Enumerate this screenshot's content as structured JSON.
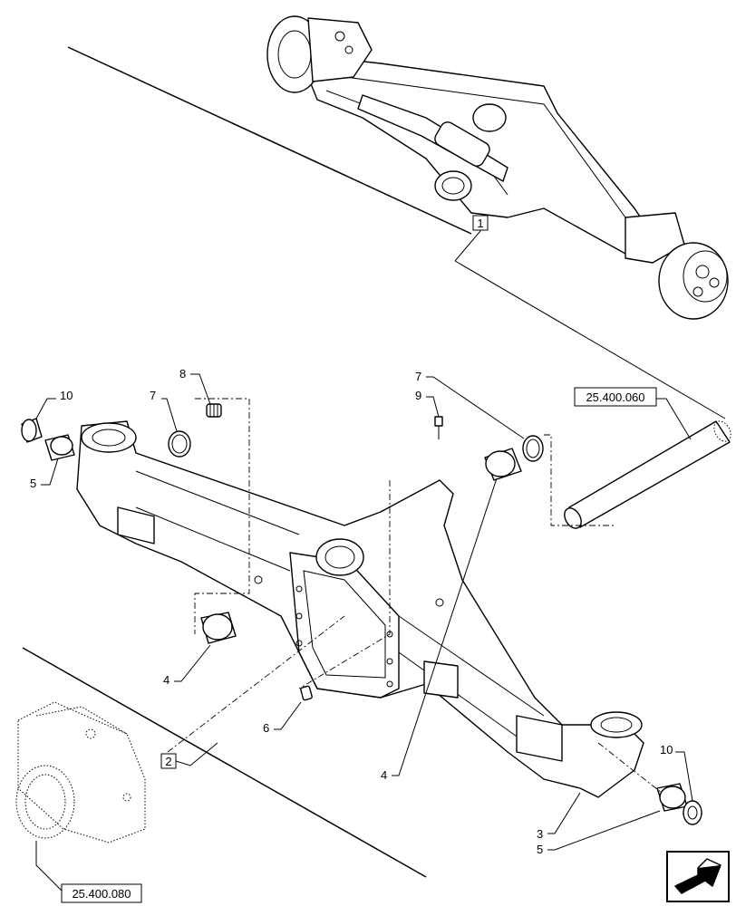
{
  "labels": {
    "item_1": "1",
    "item_2": "2",
    "item_3": "3",
    "item_4a": "4",
    "item_4b": "4",
    "item_5a": "5",
    "item_5b": "5",
    "item_6": "6",
    "item_7a": "7",
    "item_7b": "7",
    "item_8": "8",
    "item_9": "9",
    "item_10a": "10",
    "item_10b": "10"
  },
  "references": {
    "shaft_ref": "25.400.060",
    "housing_ref": "25.400.080"
  },
  "icons": {
    "nav": "next-page-arrow-icon"
  }
}
